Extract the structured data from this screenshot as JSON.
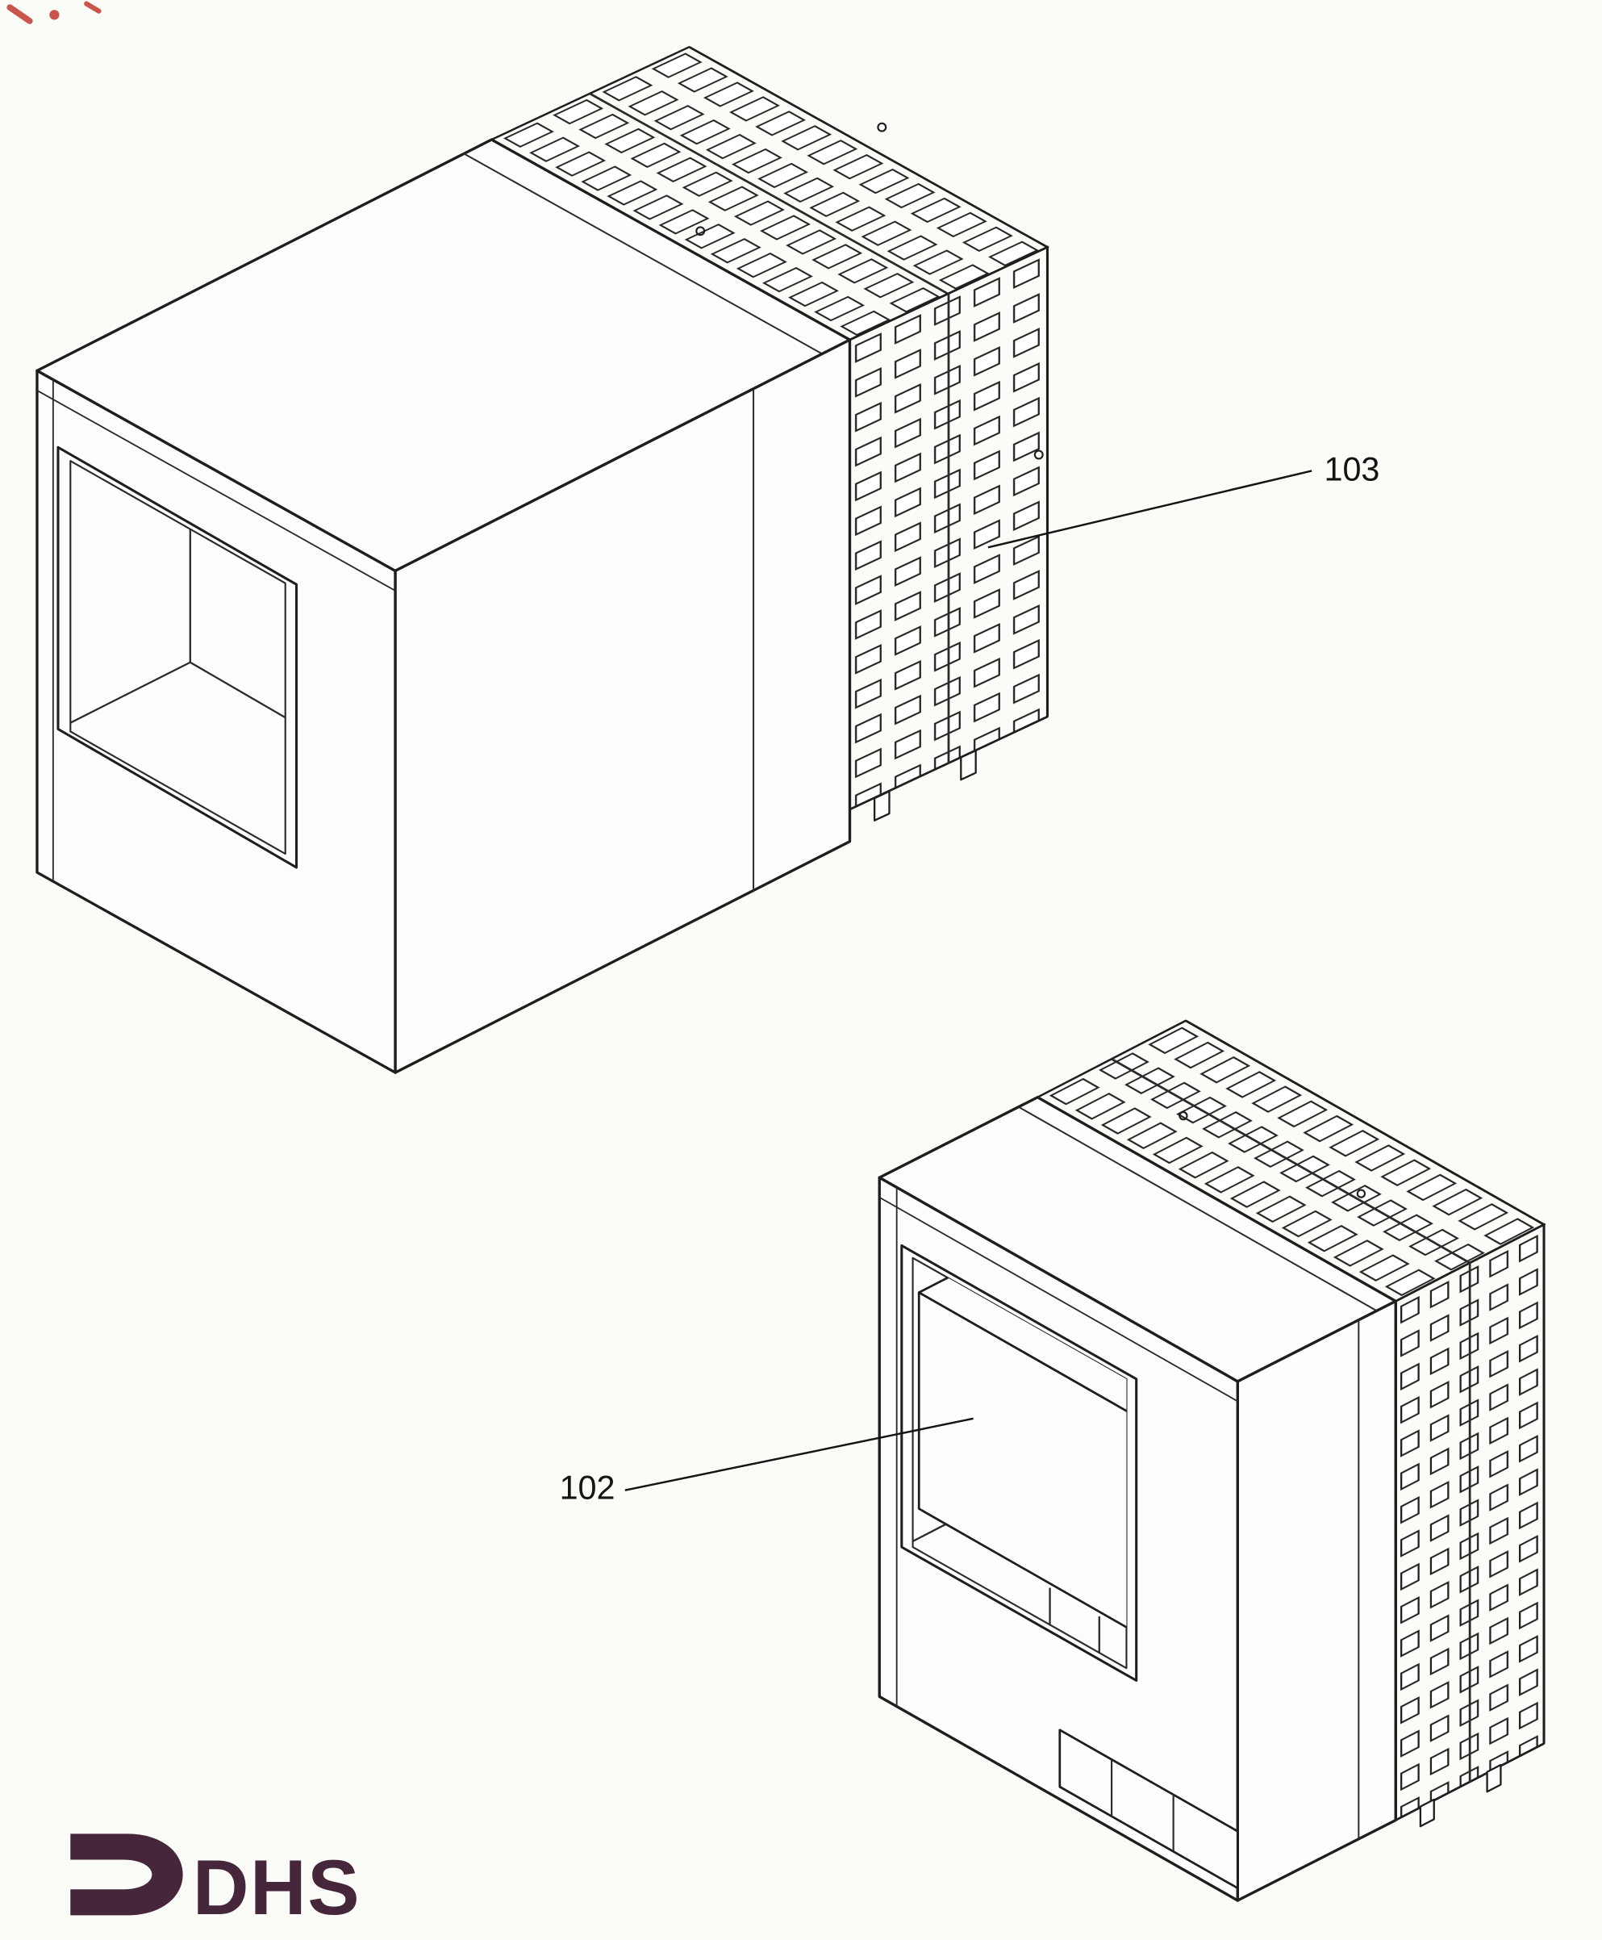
{
  "drawing": {
    "ink_color": "#1e1e1e",
    "paper_color": "#fbfbf8",
    "scan_artifact_color": "#c03a30"
  },
  "callouts": {
    "top_figure": {
      "label": "103"
    },
    "bottom_figure": {
      "label": "102"
    }
  },
  "logo": {
    "text": "DHS",
    "color": "#45263b",
    "icon": "dhs-bracket-arrow-icon"
  }
}
